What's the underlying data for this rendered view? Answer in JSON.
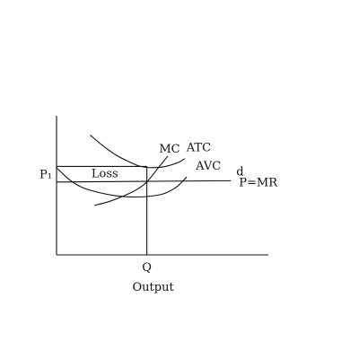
{
  "chart_data": {
    "type": "line",
    "title": "",
    "xlabel": "Output",
    "ylabel": "",
    "grid": false,
    "legend": "none",
    "xlim": [
      0,
      100
    ],
    "ylim": [
      0,
      100
    ],
    "ink_color": "#111111",
    "x_ticks": [
      {
        "x": 43,
        "label": "Q"
      }
    ],
    "y_ticks": [
      {
        "y": 68,
        "label": "P₁"
      }
    ],
    "series": [
      {
        "name": "MC",
        "x": [
          18,
          25,
          33,
          39,
          43,
          48,
          53
        ],
        "y": [
          38,
          41,
          46,
          51,
          56,
          66,
          76
        ]
      },
      {
        "name": "ATC",
        "x": [
          16,
          22,
          28,
          34,
          40,
          46,
          52,
          58,
          61
        ],
        "y": [
          92,
          84,
          77,
          72,
          68,
          67,
          68,
          71,
          74
        ]
      },
      {
        "name": "AVC",
        "x": [
          0,
          6,
          12,
          20,
          28,
          36,
          44,
          51,
          57,
          62
        ],
        "y": [
          67,
          58,
          52,
          48,
          45.5,
          44.5,
          45,
          47,
          52,
          60
        ]
      },
      {
        "name": "d",
        "x": [
          0,
          83
        ],
        "y": [
          56,
          57
        ]
      }
    ],
    "annotations": [
      {
        "text": "P=MR",
        "x": 96,
        "y": 55.5
      },
      {
        "text": "Loss",
        "x": 23,
        "y": 62.5
      }
    ],
    "loss_rectangle": {
      "x0": 0,
      "x1": 43,
      "y0": 56,
      "y1": 68
    }
  }
}
